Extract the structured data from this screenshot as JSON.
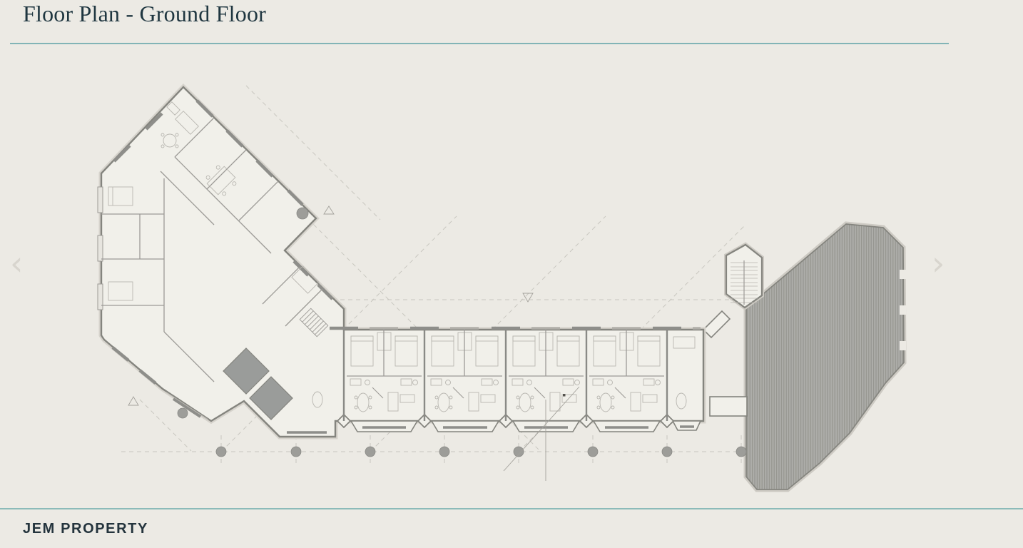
{
  "header": {
    "title": "Floor Plan - Ground Floor"
  },
  "carousel": {
    "prev_icon": "‹",
    "next_icon": "›"
  },
  "footer": {
    "brand": "JEM PROPERTY"
  },
  "theme": {
    "background": "#ECEAE4",
    "title_color": "#1F3640",
    "title_rule": "#82B4B6",
    "footer_rule": "#8CBBB9",
    "chevron_color": "#D8D5CE",
    "plan_wall": "#84847E",
    "plan_paper": "#F1F0EA",
    "roof_hatch": "#ACACA8",
    "core_fill": "#9A9C9A"
  },
  "plan": {
    "label": "ground-floor-architectural-plan"
  }
}
